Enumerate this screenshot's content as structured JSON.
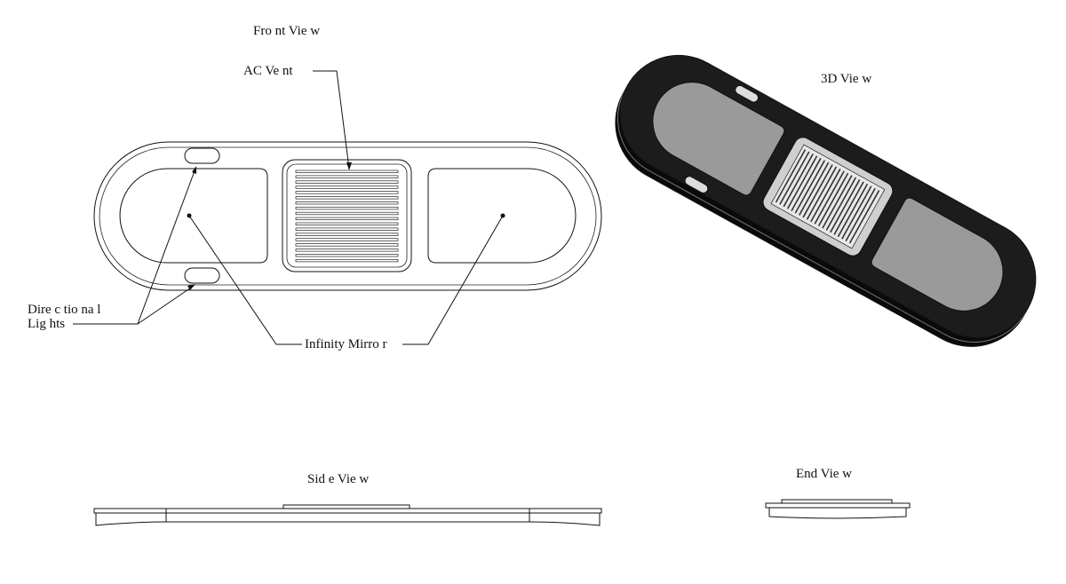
{
  "labels": {
    "front_view": "Fro nt Vie w",
    "ac_vent": "AC Ve nt",
    "directional_lights_1": "Dire c tio na l",
    "directional_lights_2": "Lig hts",
    "infinity_mirror": "Infinity Mirro r",
    "three_d_view": "3D Vie w",
    "side_view": "Sid e Vie w",
    "end_view": "End Vie w"
  },
  "colors": {
    "line": "#111111",
    "body_dark": "#1c1c1c",
    "mirror_gray": "#9a9a9a",
    "vent_gray": "#cfcfcf"
  }
}
